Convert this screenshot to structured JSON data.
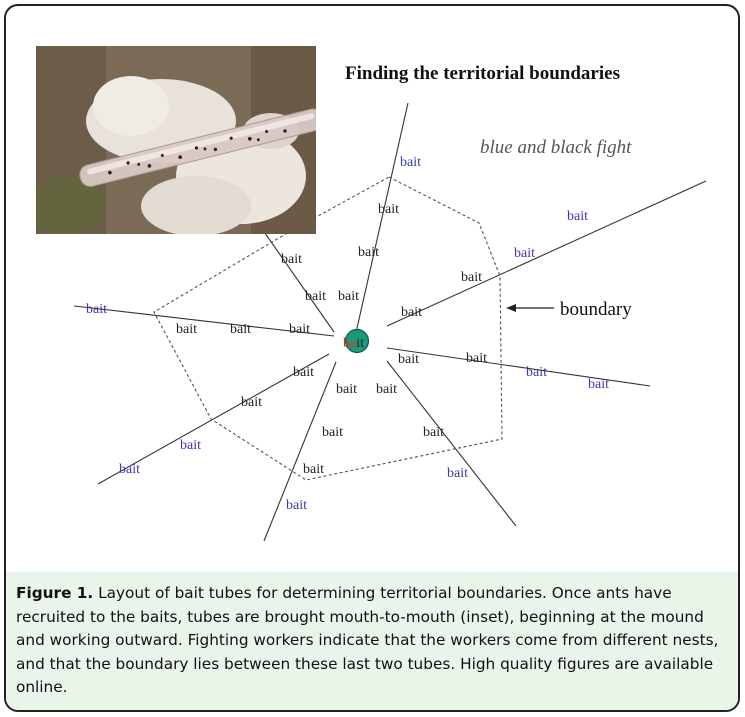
{
  "figure": {
    "title": "Finding the territorial boundaries",
    "fight_note": "blue and black fight",
    "boundary_label": "boundary",
    "bait_label": "bait",
    "colors": {
      "dark_bait": "#222222",
      "blue_bait": "#3a3ab0",
      "red_bait": "#dd3322",
      "mound": "#1a9a7a",
      "fight_note": "#555555"
    },
    "inset_photo": "gloved-hands-holding-bait-tubes"
  },
  "caption": {
    "label": "Figure 1.",
    "text": "Layout of bait tubes for determining territorial boundaries. Once ants have recruited to the baits, tubes are brought mouth-to-mouth (inset), beginning at the mound and working outward. Fighting workers indicate that the workers come from different nests, and that the boundary lies between these last two tubes. High quality figures are available online."
  }
}
